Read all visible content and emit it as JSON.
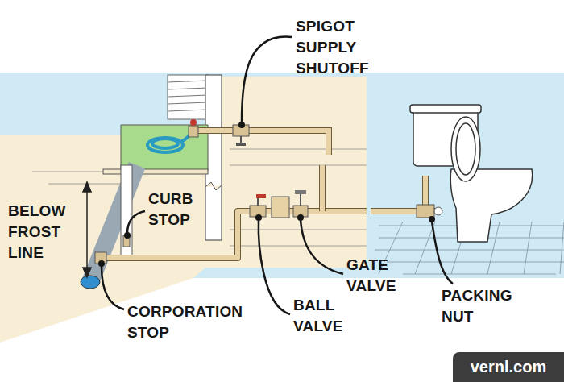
{
  "diagram": {
    "labels": [
      "SPIGOT SUPPLY SHUTOFF",
      "CURB STOP",
      "BELOW FROST LINE",
      "GATE VALVE",
      "PACKING NUT",
      "CORPORATION STOP",
      "BALL VALVE",
      "vernl.com"
    ]
  }
}
